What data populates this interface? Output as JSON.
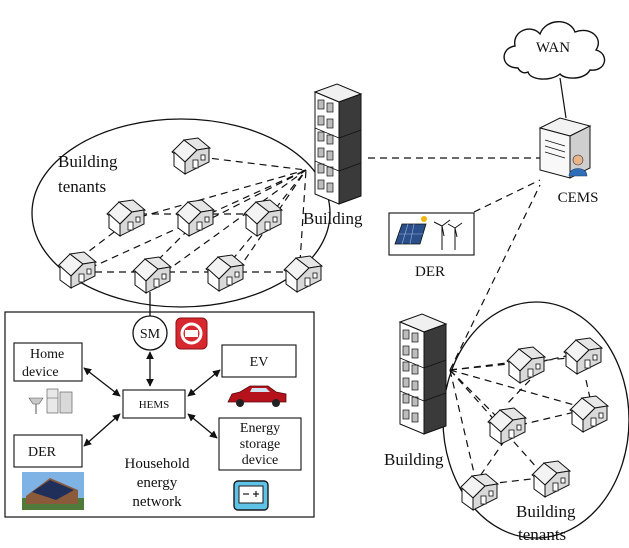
{
  "labels": {
    "wan": "WAN",
    "cems": "CEMS",
    "der_top": "DER",
    "building_top": "Building",
    "tenants_top_line1": "Building",
    "tenants_top_line2": "tenants",
    "sm": "SM",
    "home_device_line1": "Home",
    "home_device_line2": "device",
    "ev": "EV",
    "hems": "HEMS",
    "der_household": "DER",
    "storage_line1": "Energy",
    "storage_line2": "storage",
    "storage_line3": "device",
    "household_line1": "Household",
    "household_line2": "energy",
    "household_line3": "network",
    "building_bottom": "Building",
    "tenants_bottom_line1": "Building",
    "tenants_bottom_line2": "tenants"
  },
  "icons": [
    "cloud-icon",
    "server-icon",
    "user-icon",
    "building-icon",
    "house-icon",
    "solar-panel-icon",
    "wind-turbine-icon",
    "car-icon",
    "battery-icon",
    "refrigerator-icon",
    "lamp-icon",
    "smart-meter-icon",
    "solar-house-photo"
  ],
  "colors": {
    "stroke": "#111111",
    "meter_red": "#d8282f",
    "car_red": "#b5121b",
    "battery_blue": "#5fc3e8"
  }
}
